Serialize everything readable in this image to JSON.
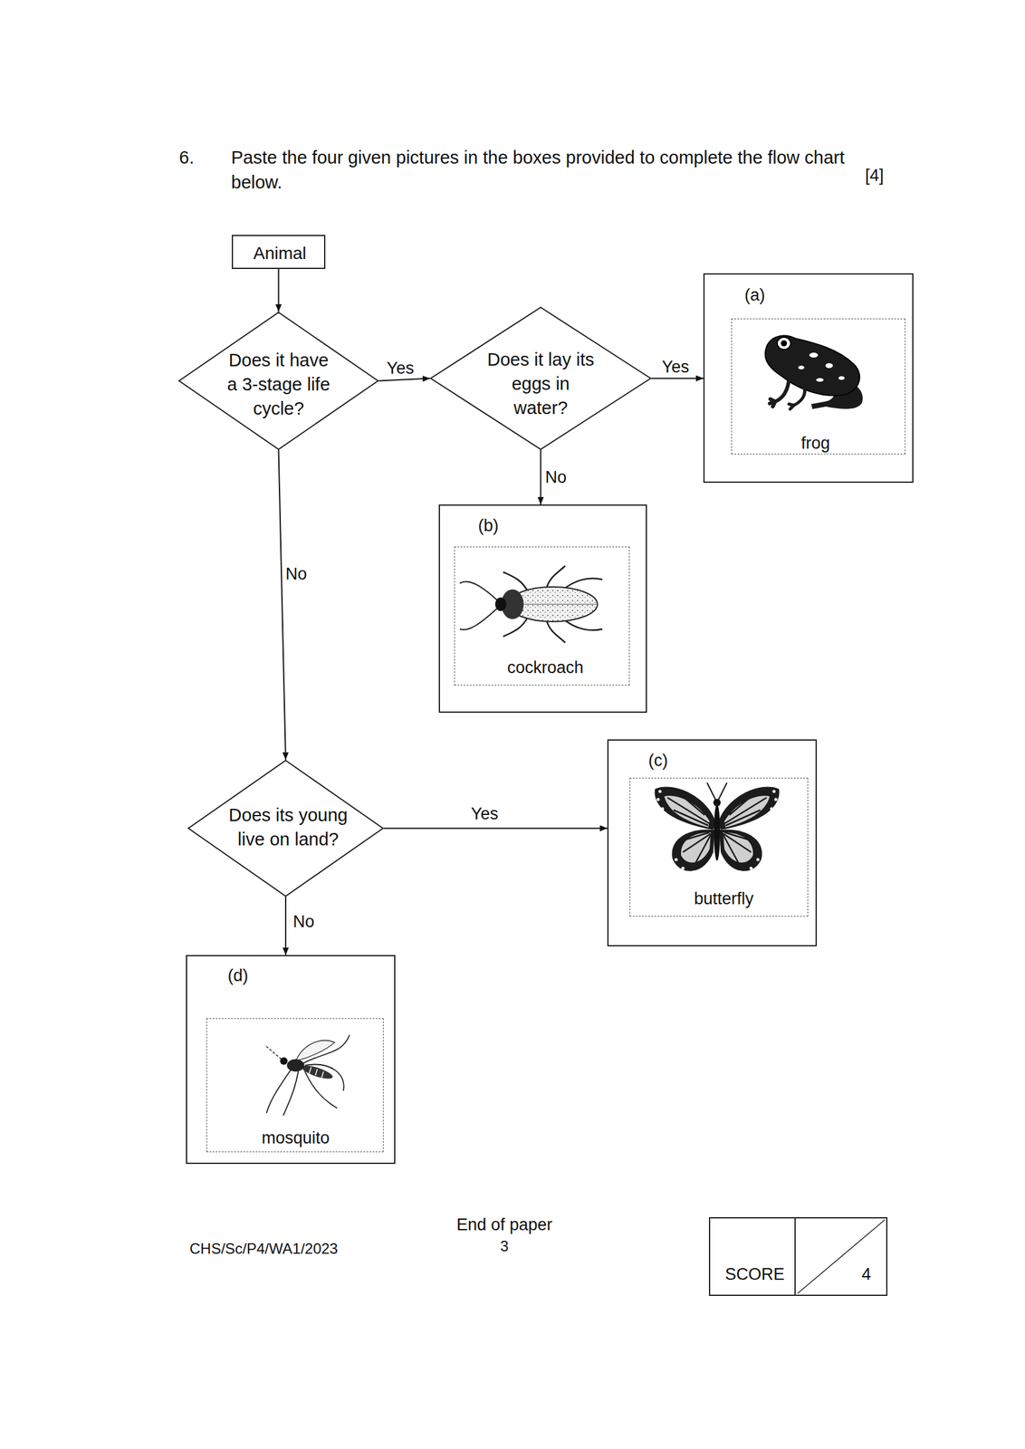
{
  "diagram": {
    "nodes": [
      {
        "text": [
          "Animal"
        ]
      },
      {
        "text": [
          "Does it have a 3-stage life cycle?"
        ]
      },
      {
        "text": [
          "Does it lay its eggs in water?"
        ]
      },
      {
        "text": [
          "(a)"
        ]
      },
      {
        "text": [
          "frog"
        ],
        "in": 3
      },
      {
        "text": [
          "(b)"
        ]
      },
      {
        "text": [
          "cockroach"
        ],
        "in": 5
      },
      {
        "text": [
          "Does its young live on land?"
        ]
      },
      {
        "text": [
          "(c)"
        ]
      },
      {
        "text": [
          "butterfly"
        ],
        "in": 8
      },
      {
        "text": [
          "(d)"
        ]
      },
      {
        "text": [
          "mosquito"
        ],
        "in": 10
      },
      {
        "text": [
          "SCORE",
          "4"
        ]
      }
    ],
    "edges": [
      {
        "from": 0,
        "to": 1,
        "arrow": "to"
      },
      {
        "from": 1,
        "to": 2,
        "arrow": "to",
        "label": "Yes"
      },
      {
        "from": 2,
        "to": 3,
        "arrow": "to",
        "label": "Yes"
      },
      {
        "from": 2,
        "to": 5,
        "arrow": "to",
        "label": "No"
      },
      {
        "from": 1,
        "to": 7,
        "arrow": "to",
        "label": "No"
      },
      {
        "from": 7,
        "to": 8,
        "arrow": "to",
        "label": "Yes"
      },
      {
        "from": 7,
        "to": 10,
        "arrow": "to",
        "label": "No"
      }
    ],
    "labels": [
      "6.",
      "Paste the four given pictures in the boxes provided to complete the flow chart below.",
      "[4]",
      "CHS/Sc/P4/WA1/2023",
      "End of paper",
      "3"
    ]
  }
}
